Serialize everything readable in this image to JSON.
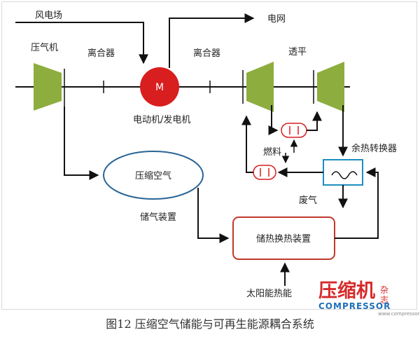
{
  "labels": {
    "wind_farm": "风电场",
    "power_grid": "电网",
    "compressor": "压气机",
    "clutch_left": "离合器",
    "clutch_right": "离合器",
    "turbine": "透平",
    "motor_symbol": "M",
    "motor_generator": "电动机/发电机",
    "fuel": "燃料",
    "waste_heat_converter": "余热转换器",
    "compressed_air": "压缩空气",
    "exhaust": "废气",
    "gas_storage": "储气装置",
    "heat_storage_exchanger": "储热换热装置",
    "solar_heat": "太阳能热能"
  },
  "caption": "图12  压缩空气储能与可再生能源耦合系统",
  "watermark": {
    "main": "压缩机",
    "side_1": "杂",
    "side_2": "志",
    "sub": "COMPRESSOR",
    "url": "www.compressor.cn"
  },
  "colors": {
    "compressor_turbine": "#8dad3e",
    "motor": "#d81e1e",
    "compressed_air_ellipse": "#2a6496",
    "heat_box": "#c0392b",
    "heat_exchanger": "#1c8fc0",
    "arrow": "#111111"
  }
}
